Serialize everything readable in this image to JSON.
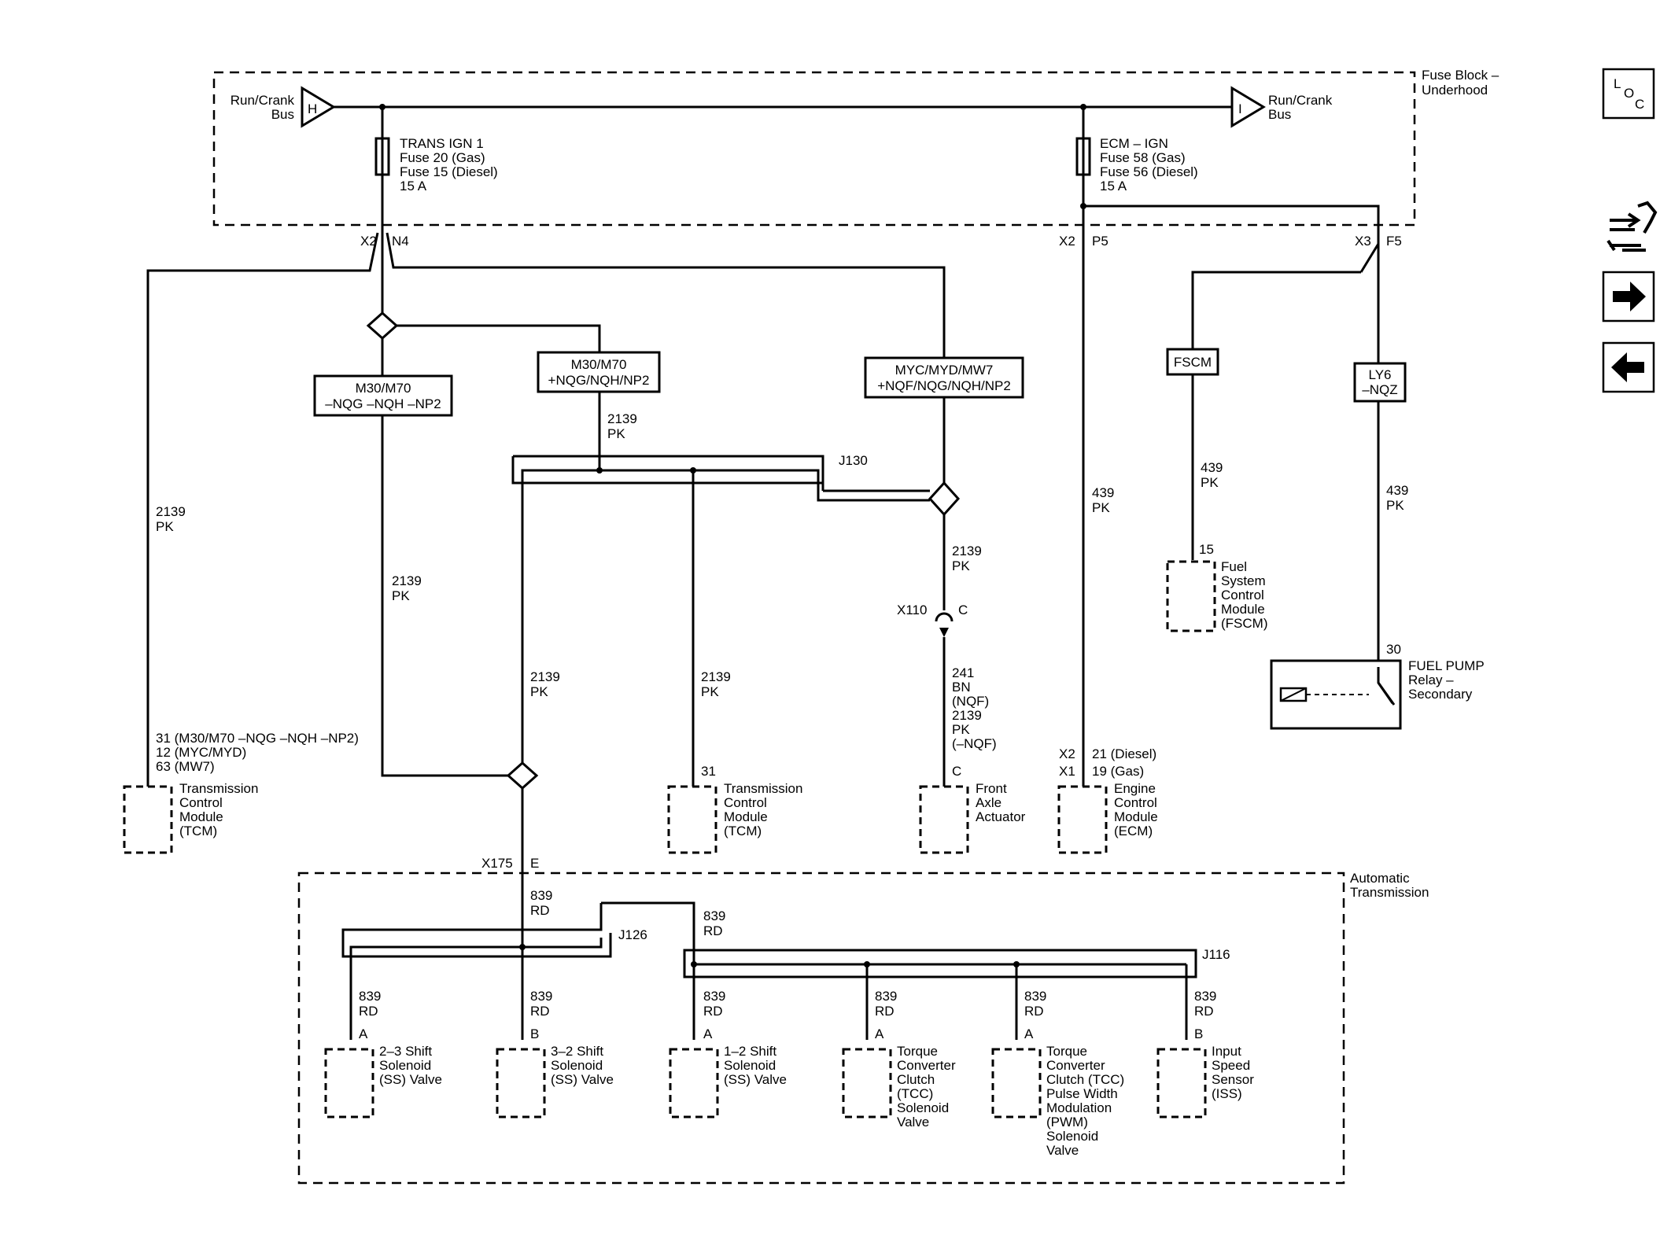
{
  "fuse_block": {
    "label_l1": "Fuse Block –",
    "label_l2": "Underhood",
    "bus_left": {
      "letter": "H",
      "l1": "Run/Crank",
      "l2": "Bus"
    },
    "bus_right": {
      "letter": "I",
      "l1": "Run/Crank",
      "l2": "Bus"
    },
    "fuse_trans": {
      "l1": "TRANS IGN 1",
      "l2": "Fuse 20 (Gas)",
      "l3": "Fuse 15 (Diesel)",
      "l4": "15 A"
    },
    "fuse_ecm": {
      "l1": "ECM – IGN",
      "l2": "Fuse 58 (Gas)",
      "l3": "Fuse 56 (Diesel)",
      "l4": "15 A"
    },
    "pin_x2_n4": {
      "conn": "X2",
      "pin": "N4"
    },
    "pin_x2_p5": {
      "conn": "X2",
      "pin": "P5"
    },
    "pin_x3_f5": {
      "conn": "X3",
      "pin": "F5"
    }
  },
  "option_boxes": {
    "left": {
      "l1": "M30/M70",
      "l2": "–NQG –NQH –NP2"
    },
    "mid": {
      "l1": "M30/M70",
      "l2": "+NQG/NQH/NP2"
    },
    "right": {
      "l1": "MYC/MYD/MW7",
      "l2": "+NQF/NQG/NQH/NP2"
    },
    "fscm": {
      "l1": "FSCM"
    },
    "ly6": {
      "l1": "LY6",
      "l2": "–NQZ"
    }
  },
  "splices": {
    "j130": "J130",
    "j126": "J126",
    "j116": "J116"
  },
  "wires": {
    "w2139": {
      "num": "2139",
      "color": "PK"
    },
    "w439": {
      "num": "439",
      "color": "PK"
    },
    "w839": {
      "num": "839",
      "color": "RD"
    },
    "front_axle": {
      "l1": "241",
      "l2": "BN",
      "l3": "(NQF)",
      "l4": "2139",
      "l5": "PK",
      "l6": "(–NQF)"
    }
  },
  "connectors": {
    "x110": {
      "conn": "X110",
      "pin": "C"
    },
    "x175": {
      "conn": "X175",
      "pin": "E"
    }
  },
  "components": {
    "tcm1": {
      "pins_l1": "31 (M30/M70 –NQG –NQH –NP2)",
      "pins_l2": "12 (MYC/MYD)",
      "pins_l3": "63 (MW7)",
      "l1": "Transmission",
      "l2": "Control",
      "l3": "Module",
      "l4": "(TCM)"
    },
    "tcm2": {
      "pin": "31",
      "l1": "Transmission",
      "l2": "Control",
      "l3": "Module",
      "l4": "(TCM)"
    },
    "faa": {
      "pin": "C",
      "l1": "Front",
      "l2": "Axle",
      "l3": "Actuator"
    },
    "ecm": {
      "pin_a_conn": "X2",
      "pin_a": "21 (Diesel)",
      "pin_b_conn": "X1",
      "pin_b": "19 (Gas)",
      "l1": "Engine",
      "l2": "Control",
      "l3": "Module",
      "l4": "(ECM)"
    },
    "fscm": {
      "pin": "15",
      "l1": "Fuel",
      "l2": "System",
      "l3": "Control",
      "l4": "Module",
      "l5": "(FSCM)"
    },
    "relay": {
      "pin": "30",
      "l1": "FUEL PUMP",
      "l2": "Relay –",
      "l3": "Secondary"
    }
  },
  "transmission": {
    "label_l1": "Automatic",
    "label_l2": "Transmission",
    "solenoids": [
      {
        "pin": "A",
        "l1": "2–3 Shift",
        "l2": "Solenoid",
        "l3": "(SS) Valve"
      },
      {
        "pin": "B",
        "l1": "3–2 Shift",
        "l2": "Solenoid",
        "l3": "(SS) Valve"
      },
      {
        "pin": "A",
        "l1": "1–2 Shift",
        "l2": "Solenoid",
        "l3": "(SS) Valve"
      },
      {
        "pin": "A",
        "l1": "Torque",
        "l2": "Converter",
        "l3": "Clutch",
        "l4": "(TCC)",
        "l5": "Solenoid",
        "l6": "Valve"
      },
      {
        "pin": "A",
        "l1": "Torque",
        "l2": "Converter",
        "l3": "Clutch (TCC)",
        "l4": "Pulse Width",
        "l5": "Modulation",
        "l6": "(PWM)",
        "l7": "Solenoid",
        "l8": "Valve"
      },
      {
        "pin": "B",
        "l1": "Input",
        "l2": "Speed",
        "l3": "Sensor",
        "l4": "(ISS)"
      }
    ]
  },
  "nav": {
    "loc": {
      "l1": "L",
      "l2": "O",
      "l3": "C"
    },
    "icons": [
      "harness-icon",
      "arrow-right-icon",
      "arrow-left-icon"
    ]
  }
}
